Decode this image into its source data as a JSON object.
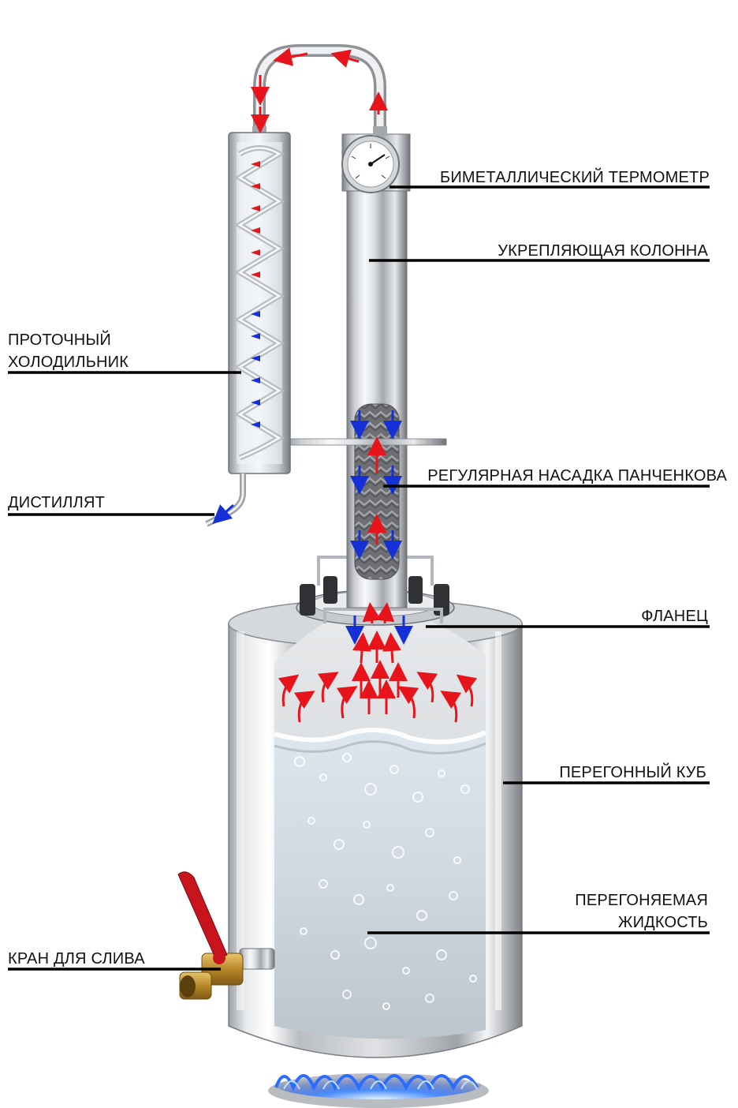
{
  "labels": {
    "thermometer": "БИМЕТАЛЛИЧЕСКИЙ ТЕРМОМЕТР",
    "column": "УКРЕПЛЯЮЩАЯ КОЛОННА",
    "condenser_line1": "ПРОТОЧНЫЙ",
    "condenser_line2": "ХОЛОДИЛЬНИК",
    "packing": "РЕГУЛЯРНАЯ НАСАДКА ПАНЧЕНКОВА",
    "distillate": "ДИСТИЛЛЯТ",
    "flange": "ФЛАНЕЦ",
    "still": "ПЕРЕГОННЫЙ КУБ",
    "liquid_line1": "ПЕРЕГОНЯЕМАЯ",
    "liquid_line2": "ЖИДКОСТЬ",
    "drain_valve": "КРАН ДЛЯ СЛИВА"
  },
  "colors": {
    "vapor_arrow": "#e8141c",
    "reflux_arrow": "#1630d8",
    "leader_line": "#000000",
    "steel_light": "#f2f3f5",
    "steel_dark": "#8a8e94",
    "valve_handle": "#c8141c",
    "brass": "#c89a3c",
    "flame": "#2a6cff"
  }
}
